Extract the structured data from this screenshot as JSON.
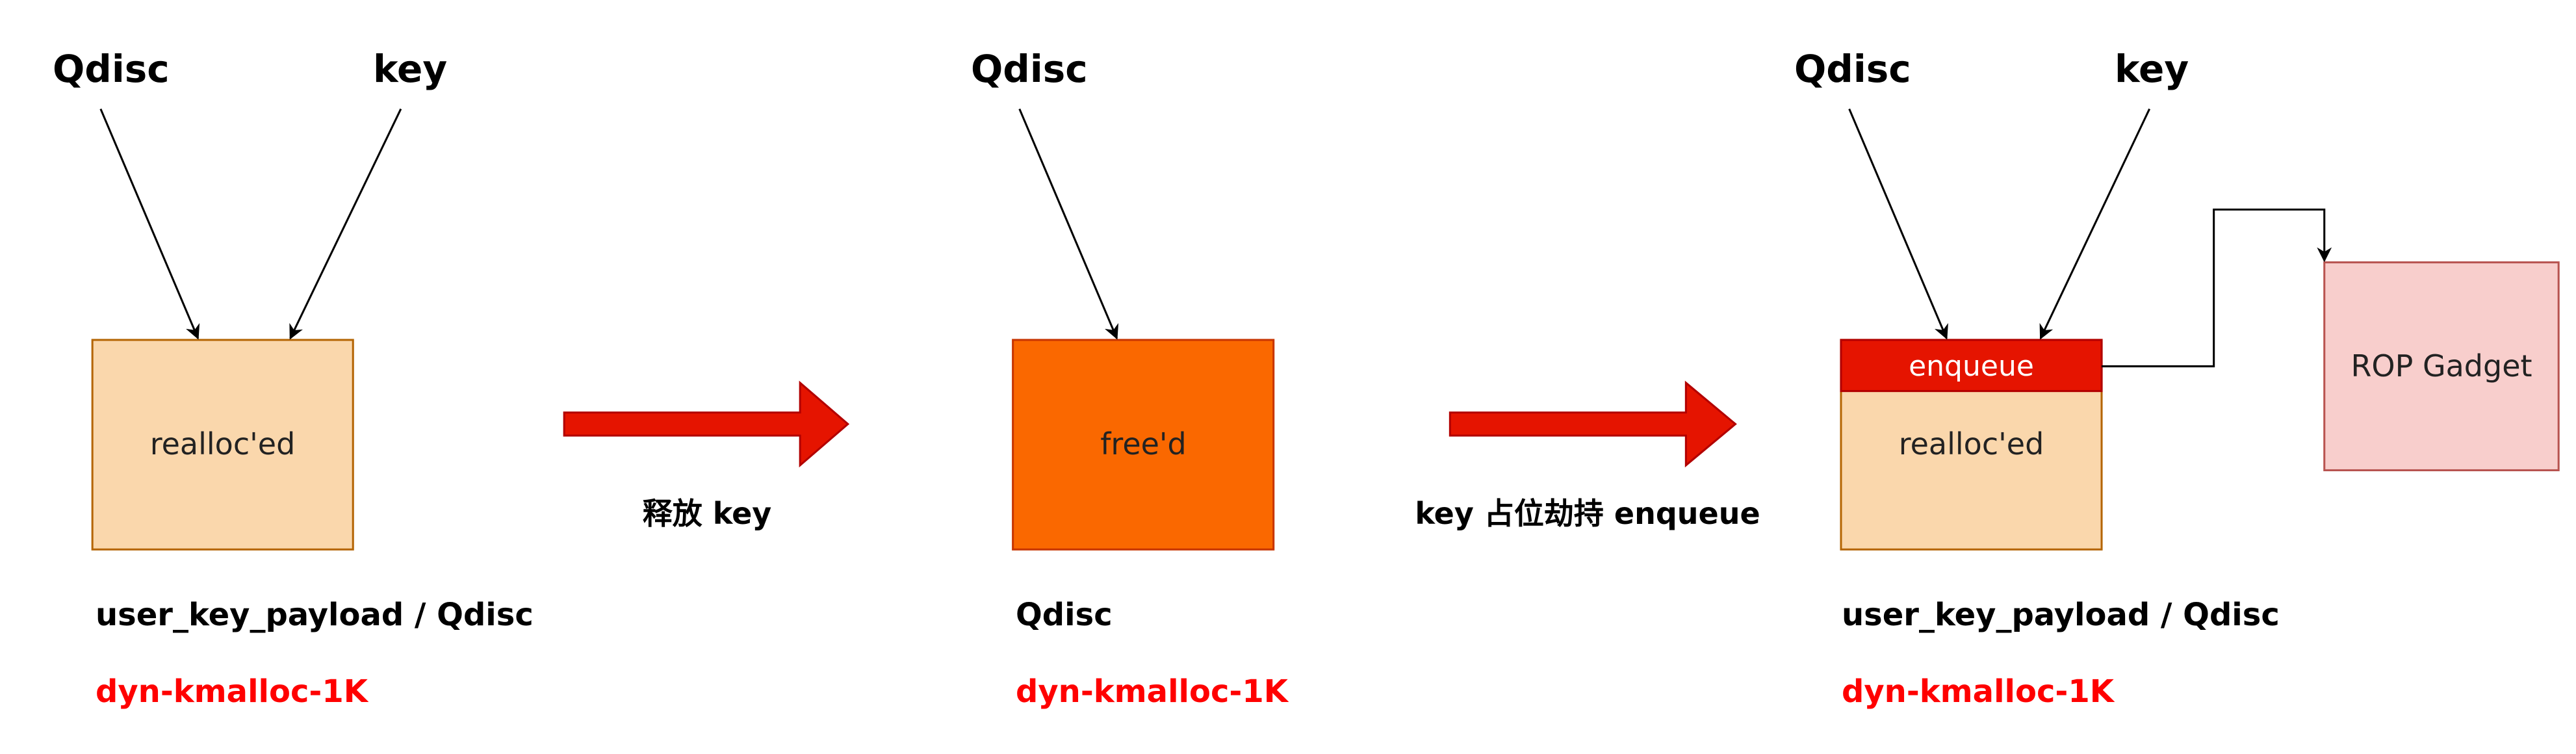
{
  "colors": {
    "alloc_fill": "#fad7ac",
    "alloc_stroke": "#b46504",
    "freed_fill": "#fa6800",
    "freed_stroke": "#c73500",
    "header_fill": "#e51400",
    "header_stroke": "#b20000",
    "rop_fill": "#f8cecc",
    "rop_stroke": "#b85450",
    "arrow_fill": "#e51400",
    "arrow_stroke": "#b20000",
    "cache_text": "#ff0000"
  },
  "stage1": {
    "qdisc_label": "Qdisc",
    "key_label": "key",
    "box_label": "realloc'ed",
    "caption": "user_key_payload / Qdisc",
    "cache": "dyn-kmalloc-1K"
  },
  "step1": {
    "label": "释放 key"
  },
  "stage2": {
    "qdisc_label": "Qdisc",
    "box_label": "free'd",
    "caption": "Qdisc",
    "cache": "dyn-kmalloc-1K"
  },
  "step2": {
    "label": "key 占位劫持 enqueue"
  },
  "stage3": {
    "qdisc_label": "Qdisc",
    "key_label": "key",
    "header_label": "enqueue",
    "box_label": "realloc'ed",
    "caption": "user_key_payload / Qdisc",
    "cache": "dyn-kmalloc-1K",
    "rop_label": "ROP Gadget"
  }
}
